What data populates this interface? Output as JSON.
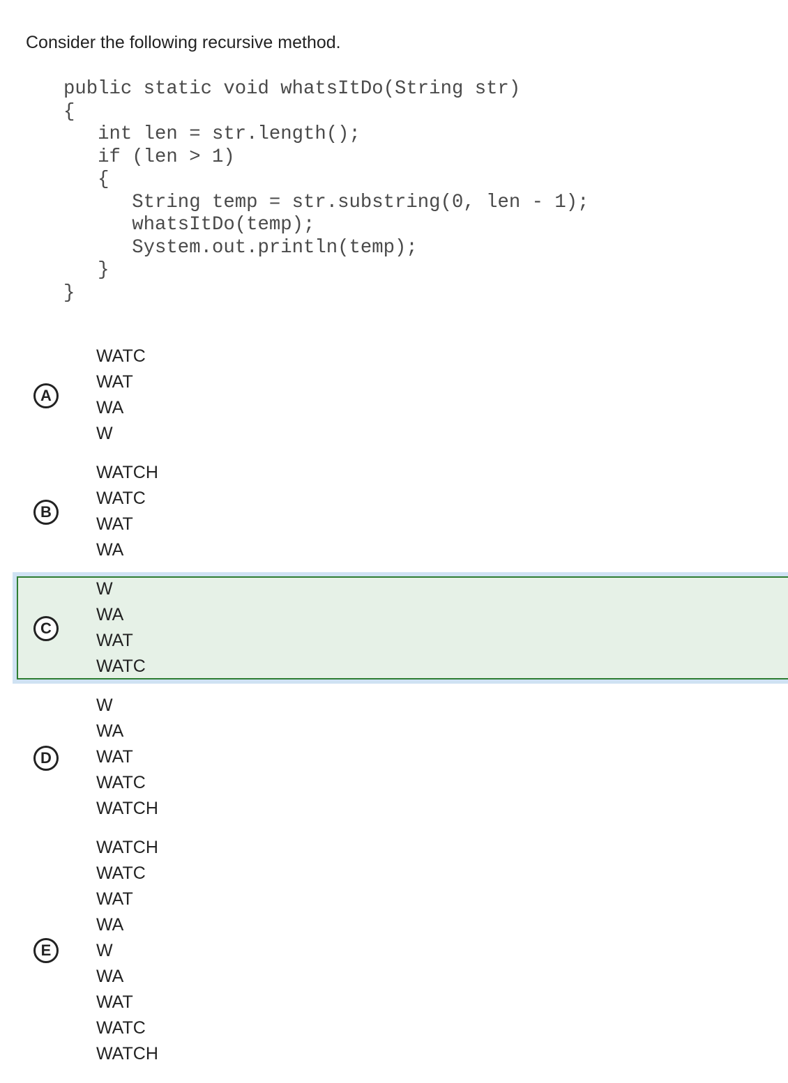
{
  "question": {
    "prompt": "Consider the following recursive method."
  },
  "code": {
    "lines": [
      "public static void whatsItDo(String str)",
      "{",
      "   int len = str.length();",
      "   if (len > 1)",
      "   {",
      "      String temp = str.substring(0, len - 1);",
      "      whatsItDo(temp);",
      "      System.out.println(temp);",
      "   }",
      "}"
    ]
  },
  "choices": [
    {
      "letter": "A",
      "lines": [
        "WATC",
        "WAT",
        "WA",
        "W"
      ],
      "selected": false
    },
    {
      "letter": "B",
      "lines": [
        "WATCH",
        "WATC",
        "WAT",
        "WA"
      ],
      "selected": false
    },
    {
      "letter": "C",
      "lines": [
        "W",
        "WA",
        "WAT",
        "WATC"
      ],
      "selected": true
    },
    {
      "letter": "D",
      "lines": [
        "W",
        "WA",
        "WAT",
        "WATC",
        "WATCH"
      ],
      "selected": false
    },
    {
      "letter": "E",
      "lines": [
        "WATCH",
        "WATC",
        "WAT",
        "WA",
        "W",
        "WA",
        "WAT",
        "WATC",
        "WATCH"
      ],
      "selected": false
    }
  ],
  "colors": {
    "selected_fill": "#e6f1e7",
    "selected_border": "#2e7d32",
    "selected_outer": "#cfe2f3"
  }
}
